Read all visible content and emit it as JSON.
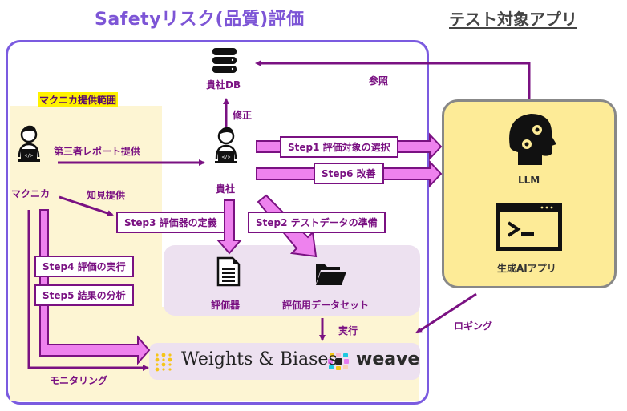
{
  "titles": {
    "left": "Safetyリスク(品質)評価",
    "right": "テスト対象アプリ"
  },
  "provider_area": {
    "label": "マクニカ提供範囲"
  },
  "actors": {
    "macnica": "マクニカ",
    "company": "貴社",
    "company_db": "貴社DB"
  },
  "flows": {
    "third_party_report": "第三者レポート提供",
    "knowledge": "知見提供",
    "modify": "修正",
    "reference": "参照",
    "execute": "実行",
    "logging": "ロギング",
    "monitoring": "モニタリング"
  },
  "steps": [
    {
      "label": "Step1 評価対象の選択"
    },
    {
      "label": "Step2 テストデータの準備"
    },
    {
      "label": "Step3 評価器の定義"
    },
    {
      "label": "Step4 評価の実行"
    },
    {
      "label": "Step5 結果の分析"
    },
    {
      "label": "Step6  改善"
    }
  ],
  "assets": {
    "evaluator": "評価器",
    "dataset": "評価用データセット"
  },
  "tools": {
    "wandb": "Weights & Biases",
    "weave": "weave"
  },
  "app": {
    "llm": "LLM",
    "genai_app": "生成AIアプリ"
  },
  "colors": {
    "title_purple": "#7d55d6",
    "flow_purple": "#7a1182",
    "arrow_pink": "#ee82ee",
    "frame_purple": "#7b5be0",
    "provider_bg": "#fdf5d3",
    "asset_bg": "#ede1f0",
    "app_bg": "#fdeb97"
  }
}
